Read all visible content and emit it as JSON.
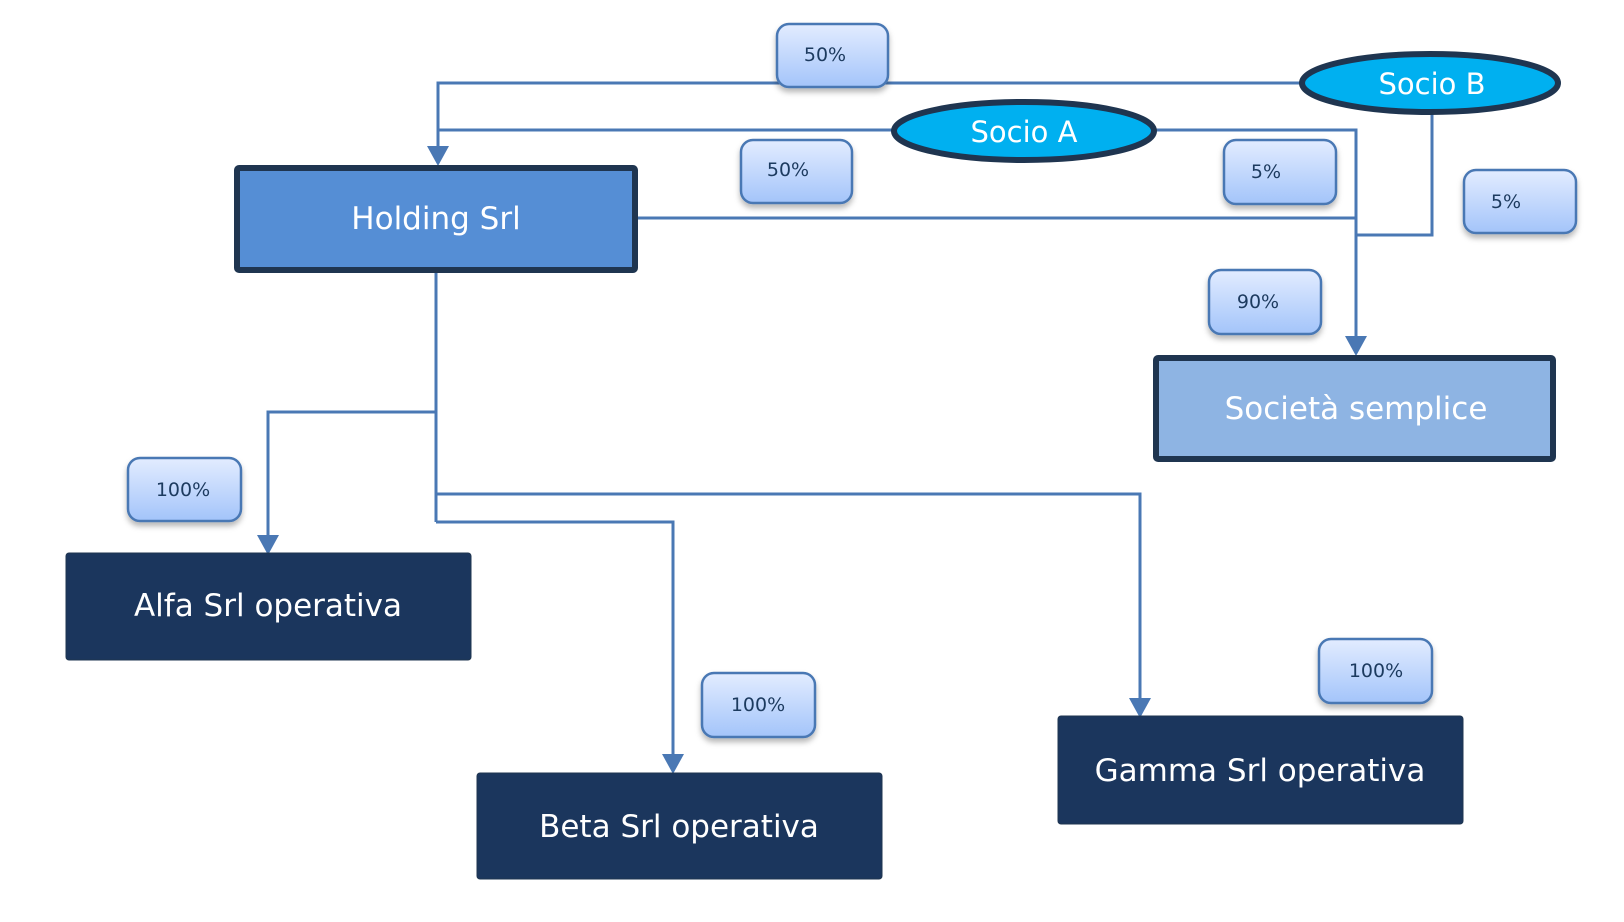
{
  "diagram": {
    "type": "ownership-structure",
    "colors": {
      "connector": "#4a78b4",
      "holding_fill": "#558ed5",
      "societa_fill": "#8eb4e3",
      "operativa_fill": "#1b365d",
      "border_dark": "#1f3550",
      "socio_fill": "#00b0f0",
      "label_fill_top": "#e0ebff",
      "label_fill_bottom": "#a3c4fa",
      "label_border": "#4a78b4"
    },
    "nodes": {
      "socio_a": {
        "label": "Socio A",
        "shape": "ellipse"
      },
      "socio_b": {
        "label": "Socio B",
        "shape": "ellipse"
      },
      "holding": {
        "label": "Holding Srl",
        "shape": "box"
      },
      "societa": {
        "label": "Società semplice",
        "shape": "box"
      },
      "alfa": {
        "label": "Alfa Srl operativa",
        "shape": "box"
      },
      "beta": {
        "label": "Beta Srl operativa",
        "shape": "box"
      },
      "gamma": {
        "label": "Gamma Srl operativa",
        "shape": "box"
      }
    },
    "edges": [
      {
        "from": "Socio B",
        "to": "Holding Srl",
        "share": "50%"
      },
      {
        "from": "Socio A",
        "to": "Holding Srl",
        "share": "50%"
      },
      {
        "from": "Socio A",
        "to": "Società semplice",
        "share": "5%"
      },
      {
        "from": "Socio B",
        "to": "Società semplice",
        "share": "5%"
      },
      {
        "from": "Holding Srl",
        "to": "Società semplice",
        "share": "90%"
      },
      {
        "from": "Holding Srl",
        "to": "Alfa Srl operativa",
        "share": "100%"
      },
      {
        "from": "Holding Srl",
        "to": "Beta Srl operativa",
        "share": "100%"
      },
      {
        "from": "Holding Srl",
        "to": "Gamma Srl operativa",
        "share": "100%"
      }
    ]
  }
}
